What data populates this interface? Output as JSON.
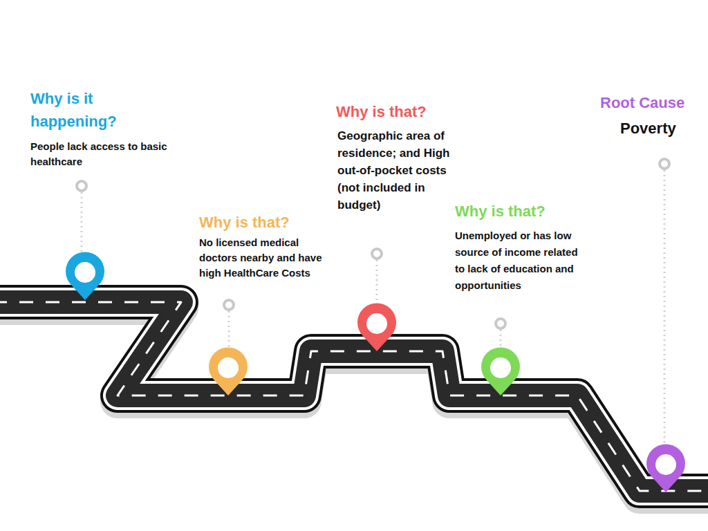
{
  "diagram": {
    "labels": [
      "Why is it happening?",
      "People lack access to basic healthcare",
      "Why is that?",
      "No licensed medical doctors nearby and have high HealthCare Costs",
      "Why is that?",
      "Geographic area of residence; and High out-of-pocket costs (not included in budget)",
      "Why is that?",
      "Unemployed or has low source of income related to lack of education and opportunities",
      "Root Cause",
      "Poverty"
    ]
  }
}
